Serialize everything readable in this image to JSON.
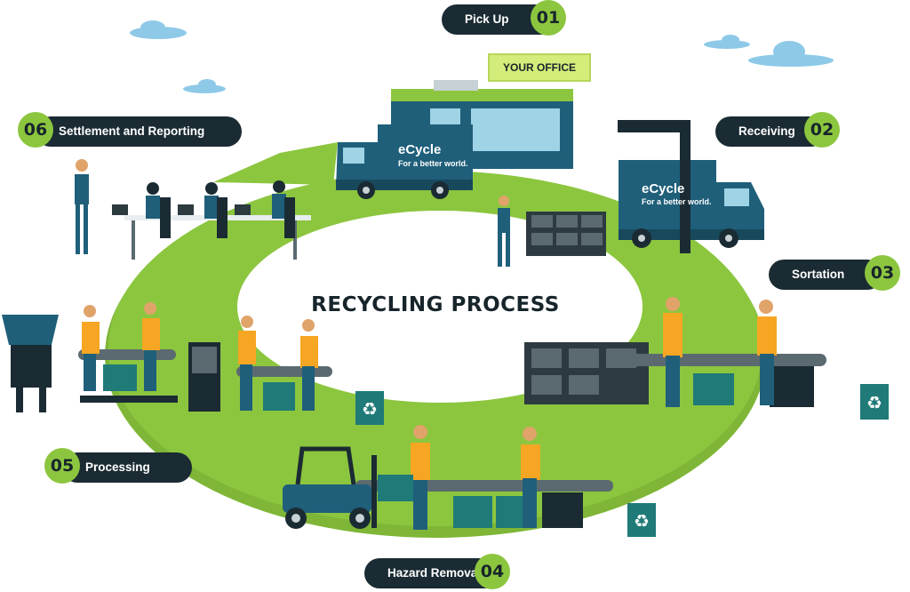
{
  "title": "RECYCLING PROCESS",
  "office_sign": "YOUR OFFICE",
  "brand": "eCycle",
  "brand_tagline": "For a better world.",
  "steps": [
    {
      "number": "01",
      "label": "Pick Up"
    },
    {
      "number": "02",
      "label": "Receiving"
    },
    {
      "number": "03",
      "label": "Sortation"
    },
    {
      "number": "04",
      "label": "Hazard Removal"
    },
    {
      "number": "05",
      "label": "Processing"
    },
    {
      "number": "06",
      "label": "Settlement and Reporting"
    }
  ],
  "colors": {
    "ring": "#8cc63f",
    "dark": "#1b2b33",
    "truck": "#1f5f7a",
    "sky": "#8ec9e8"
  }
}
